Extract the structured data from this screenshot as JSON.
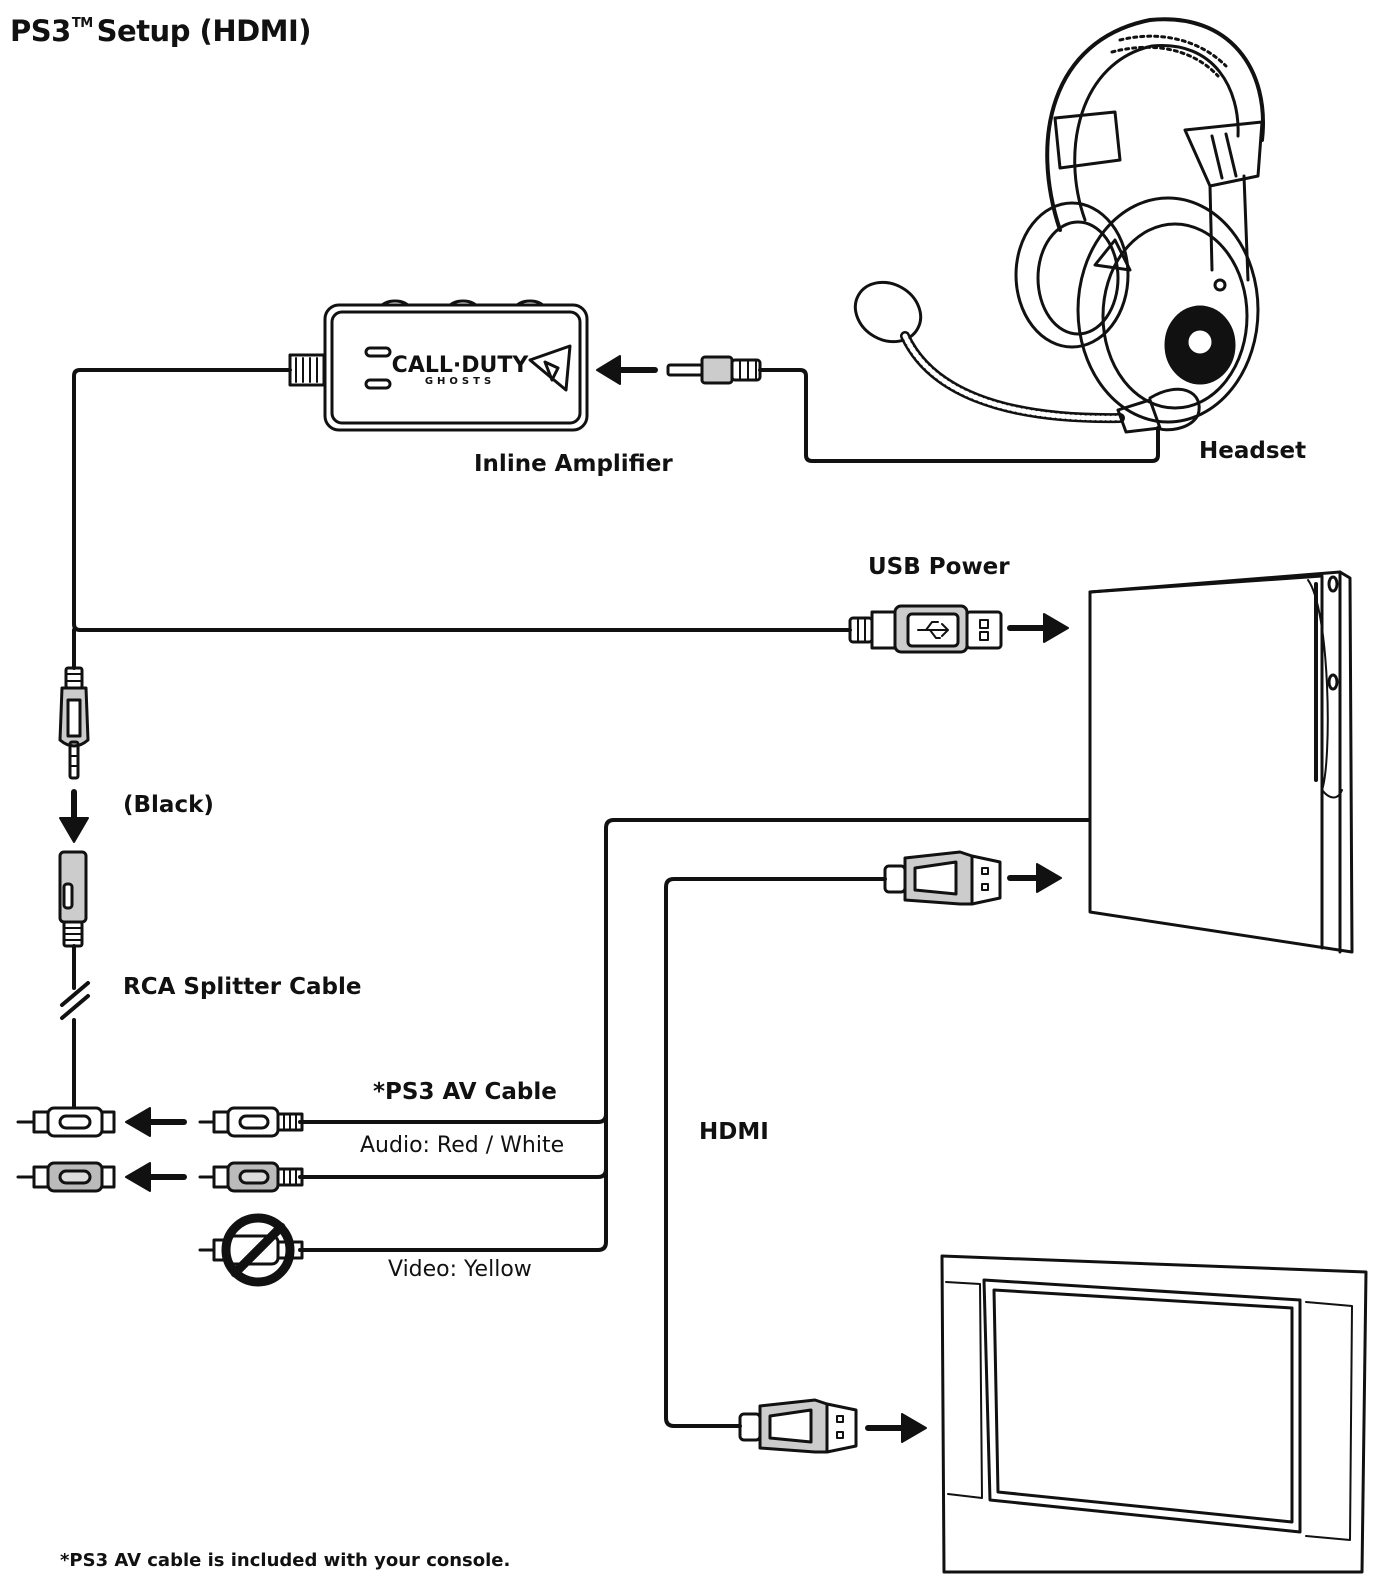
{
  "title": {
    "main": "PS3",
    "trademark": "TM",
    "rest": "Setup (HDMI)"
  },
  "labels": {
    "headset": "Headset",
    "inline_amplifier": "Inline Amplifier",
    "usb_power": "USB Power",
    "black": "(Black)",
    "rca_splitter": "RCA Splitter Cable",
    "ps3_av_cable": "*PS3 AV Cable",
    "audio": "Audio: Red / White",
    "video": "Video: Yellow",
    "hdmi": "HDMI",
    "footnote": "*PS3 AV cable is included with your console."
  },
  "amplifier": {
    "brand_line1": "CALL·DUTY",
    "brand_line2": "GHOSTS"
  }
}
